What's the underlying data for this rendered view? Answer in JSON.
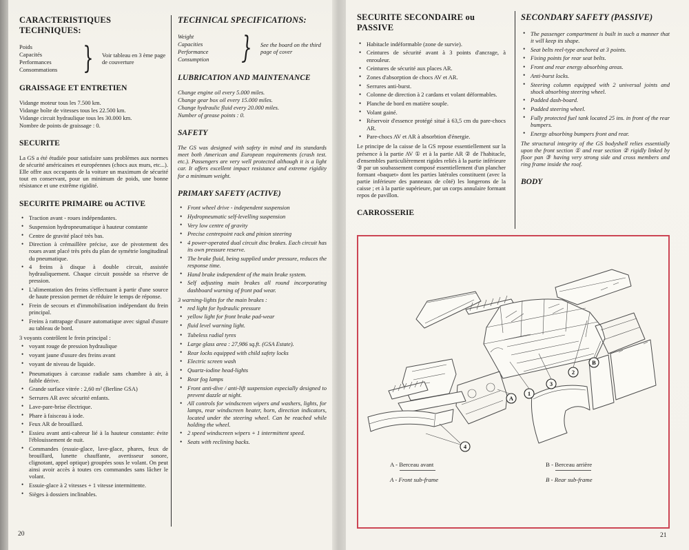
{
  "page_left": {
    "number": "20",
    "fr": {
      "blocks": [
        {
          "type": "h1",
          "name": "title-fr",
          "text": "CARACTERISTIQUES TECHNIQUES:"
        },
        {
          "type": "speclist",
          "name": "spec-table-ref-fr",
          "items": [
            "Poids",
            "Capacités",
            "Performances",
            "Consommations"
          ],
          "brace": "}",
          "note": "Voir tableau en 3 ème page de couverture"
        },
        {
          "type": "h2",
          "name": "heading-graissage",
          "text": "GRAISSAGE ET ENTRETIEN"
        },
        {
          "type": "lines",
          "name": "graissage-lines",
          "items": [
            "Vidange moteur tous les 7.500 km.",
            "Vidange boîte de vitesses tous les 22.500 km.",
            "Vidange circuit hydraulique tous les 30.000 km.",
            "Nombre de points de graissage : 0."
          ]
        },
        {
          "type": "h2",
          "name": "heading-securite",
          "text": "SECURITE"
        },
        {
          "type": "p",
          "name": "securite-intro",
          "text": "La GS a été étudiée pour satisfaire sans problèmes aux normes de sécurité américaines et européennes (chocs aux murs, etc...). Elle offre aux occupants de la voiture un maximum de sécurité tout en conservant, pour un minimum de poids, une bonne résistance et une extrême rigidité."
        },
        {
          "type": "h2",
          "name": "heading-securite-primaire",
          "text": "SECURITE PRIMAIRE ou ACTIVE"
        },
        {
          "type": "bullets",
          "name": "primaire-bullets-1",
          "items": [
            "Traction avant - roues indépendantes.",
            "Suspension hydropneumatique à hauteur constante",
            "Centre de gravité placé très bas.",
            "Direction à crémaillère précise, axe de pivotement des roues avant placé très près du plan de symétrie longitudinal du pneumatique.",
            "4 freins à disque à double circuit, assistée hydrauliquement. Chaque circuit possède sa réserve de pression.",
            "L'alimentation des freins s'effectuant à partir d'une source de haute pression permet de réduire le temps de réponse.",
            "Frein de secours et d'immobilisation indépendant du frein principal.",
            "Freins à rattrapage d'usure automatique avec signal d'usure au tableau de bord."
          ]
        },
        {
          "type": "plain",
          "name": "voyants-intro",
          "text": "3 voyants contrôlent le frein principal :"
        },
        {
          "type": "bullets",
          "name": "voyants-bullets",
          "items": [
            "voyant rouge de pression hydraulique",
            "voyant jaune d'usure des freins avant",
            "voyant de niveau de liquide."
          ]
        },
        {
          "type": "bullets",
          "name": "primaire-bullets-2",
          "items": [
            "Pneumatiques à carcasse radiale sans chambre à air, à faible dérive.",
            "Grande surface vitrée : 2,60 m² (Berline GSA)",
            "Serrures AR avec sécurité enfants.",
            "Lave-pare-brise électrique.",
            "Phare à faisceau à iode.",
            "Feux AR de brouillard.",
            "Essieu avant anti-cabreur lié à la hauteur constante: évite l'éblouissement de nuit.",
            "Commandes (essuie-glace, lave-glace, phares, feux de brouillard, lunette chauffante, avertisseur sonore, clignotant, appel optique) groupées sous le volant. On peut ainsi avoir accès à toutes ces commandes sans lâcher le volant.",
            "Essuie-glace à 2 vitesses + 1 vitesse intermittente.",
            "Sièges à dossiers inclinables."
          ]
        }
      ]
    },
    "en": {
      "blocks": [
        {
          "type": "h1",
          "name": "title-en",
          "text": "TECHNICAL SPECIFICATIONS:"
        },
        {
          "type": "speclist",
          "name": "spec-table-ref-en",
          "items": [
            "Weight",
            "Capacities",
            "Performance",
            "Consumption"
          ],
          "brace": "}",
          "note": "See the board on the third page of cover"
        },
        {
          "type": "h2",
          "name": "heading-lubrication",
          "text": "LUBRICATION AND MAINTENANCE"
        },
        {
          "type": "lines",
          "name": "lubrication-lines",
          "items": [
            "Change engine oil every 5.000 miles.",
            "Change gear box oil every 15.000 miles.",
            "Change hydraulic fluid every 20.000 miles.",
            "Number of grease points : 0."
          ]
        },
        {
          "type": "h2",
          "name": "heading-safety",
          "text": "SAFETY"
        },
        {
          "type": "p",
          "name": "safety-intro",
          "text": "The GS was designed with safety in mind and its standards meet both American and European requirements (crash test. etc.). Passengers are very well protected although it is a light car. It offers excellent impact resistance and extreme rigidity for a minimum weight."
        },
        {
          "type": "h2",
          "name": "heading-primary-safety",
          "text": "PRIMARY SAFETY (ACTIVE)"
        },
        {
          "type": "bullets",
          "name": "primary-bullets-1",
          "items": [
            "Front wheel drive - independent suspension",
            "Hydropneumatic self-levelling suspension",
            "Very low centre of gravity",
            "Precise centrepoint rack and pinion steering",
            "4 power-operated dual circuit disc brakes. Each circuit has its own pressure reserve.",
            "The brake fluid, being supplied under pressure, reduces the response time.",
            "Hand brake independent of the main brake system.",
            "Self adjusting main brakes all round incorporating dashboard warning of front pad wear."
          ]
        },
        {
          "type": "plain",
          "name": "warning-lights-intro",
          "text": "3 warning-lights for the main brakes :"
        },
        {
          "type": "bullets",
          "name": "warning-lights-bullets",
          "items": [
            "red light for hydraulic pressure",
            "yellow light for front brake pad-wear",
            "fluid level warning light."
          ]
        },
        {
          "type": "bullets",
          "name": "primary-bullets-2",
          "items": [
            "Tubeless radial tyres",
            "Large glass area : 27,986 sq.ft. (GSA Estate).",
            "Rear locks equipped with child safety locks",
            "Electric screen wash",
            "Quartz-iodine head-lights",
            "Rear fog lamps",
            "Front anti-dive / anti-lift suspension especially designed to prevent dazzle at night.",
            "All controls for windscreen wipers and washers, lights, for lamps, rear windscreen heater, horn, direction indicators, located under the steering wheel. Can be reached while holding the wheel.",
            "2 speed windscreen wipers + 1 intermittent speed.",
            "Seats with reclining backs."
          ]
        }
      ]
    }
  },
  "page_right": {
    "number": "21",
    "fr": {
      "blocks": [
        {
          "type": "h1",
          "name": "title-securite-secondaire",
          "text": "SECURITE SECONDAIRE ou PASSIVE"
        },
        {
          "type": "bullets",
          "name": "secondaire-bullets",
          "items": [
            "Habitacle indéformable (zone de survie).",
            "Ceintures de sécurité avant à 3 points d'ancrage, à enrouleur.",
            "Ceintures de sécurité aux places AR.",
            "Zones d'absorption de chocs AV et AR.",
            "Serrures anti-burst.",
            "Colonne de direction à 2 cardans et volant déformables.",
            "Planche de bord en matière souple.",
            "Volant gainé.",
            "Réservoir d'essence protégé situé à 63,5 cm du pare-chocs AR.",
            "Pare-chocs AV et AR à absorbtion d'énergie."
          ]
        },
        {
          "type": "p",
          "name": "caisse-principle",
          "text": "Le principe de la caisse de la GS repose essentiellement sur la présence à la partie AV ① et à la partie AR ② de l'habitacle, d'ensembles particulièrement rigides reliés à la partie inférieure ③ par un soubassement composé essentiellement d'un plancher formant «baquet» dont les parties latérales constituent (avec la partie inférieure des panneaux de côté) les longerons de la caisse ; et à la partie supérieure, par un corps annulaire formant repos de pavillon."
        },
        {
          "type": "h2",
          "name": "heading-carrosserie",
          "text": "CARROSSERIE"
        }
      ]
    },
    "en": {
      "blocks": [
        {
          "type": "h1",
          "name": "title-secondary-safety",
          "text": "SECONDARY SAFETY (PASSIVE)"
        },
        {
          "type": "bullets",
          "name": "secondary-bullets",
          "items": [
            "The passenger compartment is built in such a manner that it will keep its shape.",
            "Seat belts reel-type anchored at 3 points.",
            "Fixing points for rear seat belts.",
            "Front and rear energy absorbing areas.",
            "Anti-burst locks.",
            "Steering column equipped with 2 universal joints and shock absorbing steering wheel.",
            "Padded dash-board.",
            "Padded steering wheel.",
            "Fully protected fuel tank located 25 ins. in front of the rear bumpers.",
            "Energy absorbing bumpers front and rear."
          ]
        },
        {
          "type": "p",
          "name": "bodyshell-principle",
          "text": "The structural integrity of the GS bodyshell relies essentially upon the front section ① and rear section ② rigidly linked by floor pan ③ having very strong side and cross members and ring frame inside the roof."
        },
        {
          "type": "h2",
          "name": "heading-body",
          "text": "BODY"
        }
      ]
    },
    "diagram": {
      "callouts": [
        "1",
        "2",
        "3",
        "4",
        "A",
        "B"
      ],
      "captions": {
        "fr_a": "A - Berceau avant",
        "en_a": "A - Front sub-frame",
        "fr_b": "B - Berceau arrière",
        "en_b": "B - Rear sub-frame"
      },
      "colors": {
        "border": "#cc4453",
        "highlight": "#e2ce2f"
      }
    }
  }
}
